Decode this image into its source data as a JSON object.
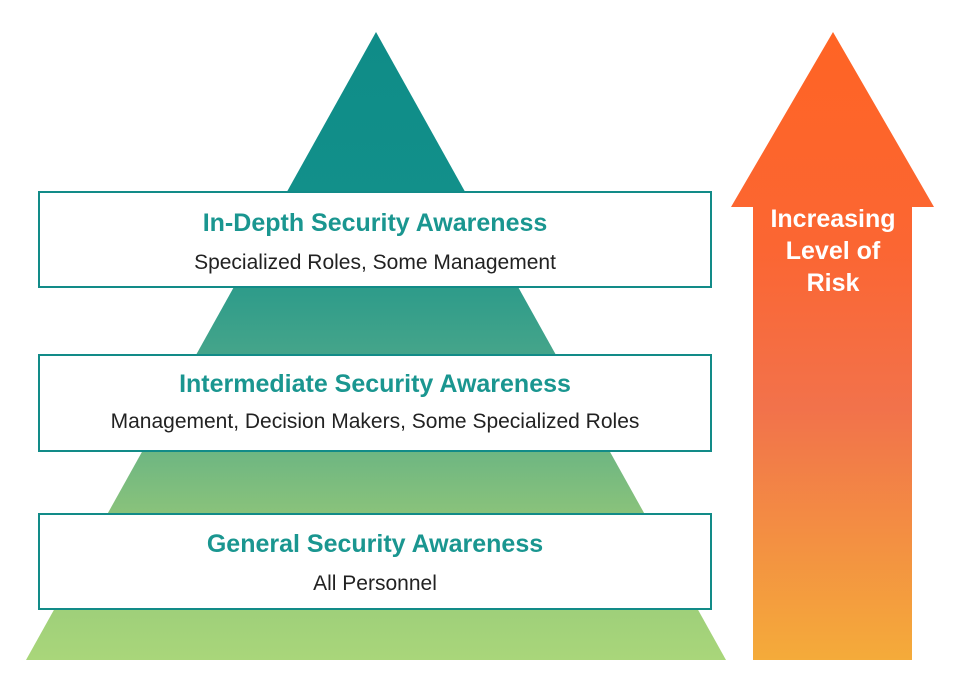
{
  "tiers": [
    {
      "title": "In-Depth Security Awareness",
      "subtitle": "Specialized Roles, Some Management"
    },
    {
      "title": "Intermediate Security Awareness",
      "subtitle": "Management, Decision Makers, Some Specialized Roles"
    },
    {
      "title": "General Security Awareness",
      "subtitle": "All Personnel"
    }
  ],
  "arrow": {
    "label_lines": [
      "Increasing",
      "Level of",
      "Risk"
    ]
  },
  "colors": {
    "pyramid_top": "#0f8c88",
    "pyramid_bottom": "#a6d47a",
    "tier_border": "#128b88",
    "tier_title": "#1a9690",
    "arrow_top": "#ff6424",
    "arrow_mid": "#f2724b",
    "arrow_bottom": "#f4a63a"
  }
}
